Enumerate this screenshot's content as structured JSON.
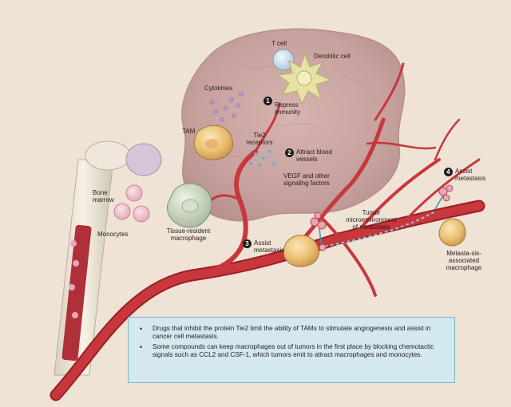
{
  "labels": {
    "t_cell": "T cell",
    "dendritic_cell": "Dendritic cell",
    "cytokines": "Cytokines",
    "tam": "TAM",
    "tie2_receptors": "Tie2 receptors",
    "vegf": "VEGF and other signaling factors",
    "bone_marrow": "Bone marrow",
    "monocytes": "Monocytes",
    "tissue_resident": "Tissue-resident macrophage",
    "tumor_microenvironment": "Tumor microenvironment of metastasis",
    "metastasis_macrophage": "Metasta-sis-associated macrophage"
  },
  "steps": [
    {
      "num": "1",
      "text": "Repress immunity"
    },
    {
      "num": "2",
      "text": "Attract blood vessels"
    },
    {
      "num": "3",
      "text": "Assist metastasis"
    },
    {
      "num": "4",
      "text": "Assist metastasis"
    }
  ],
  "info_bullets": [
    "Drugs that inhibit the protein Tie2 limit the ability of TAMs to stimulate angiogenesis and assist in cancer cell metastasis.",
    "Some compounds can keep macrophages out of tumors in the first place by blocking chemotactic signals such as CCL2 and CSF-1, which tumors emit to attract macrophages and monocytes."
  ]
}
